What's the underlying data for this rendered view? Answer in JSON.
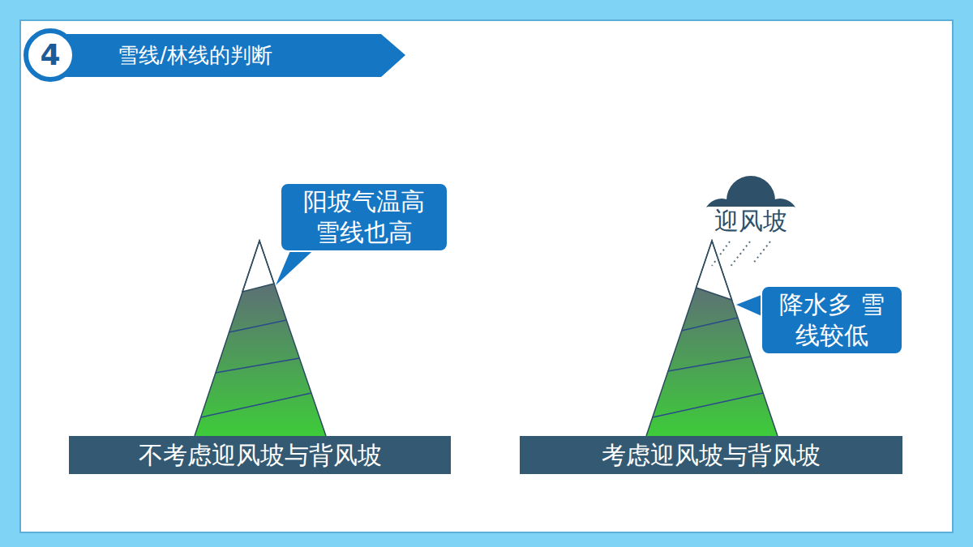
{
  "diagram": {
    "title": "雪线/林线的判断",
    "nodes": [
      {
        "text": [
          "阳坡气温高 雪线也高"
        ]
      },
      {
        "text": [
          "迎风坡"
        ]
      },
      {
        "text": [
          "降水多 雪线较低"
        ]
      },
      {
        "text": [
          "不考虑迎风坡与背风坡"
        ]
      },
      {
        "text": [
          "考虑迎风坡与背风坡"
        ]
      }
    ],
    "labels": [
      "4"
    ]
  }
}
